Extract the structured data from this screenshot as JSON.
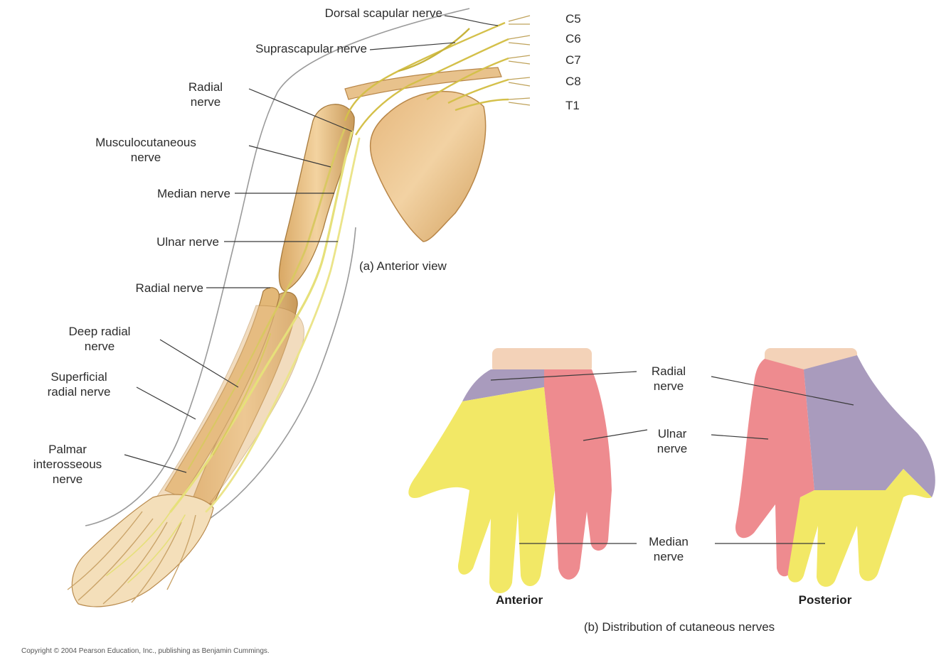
{
  "arm": {
    "labels": [
      {
        "id": "dorsal-scapular",
        "text": "Dorsal scapular nerve"
      },
      {
        "id": "suprascapular",
        "text": "Suprascapular nerve"
      },
      {
        "id": "radial-upper",
        "text": "Radial\nnerve"
      },
      {
        "id": "musculocutaneous",
        "text": "Musculocutaneous\nnerve"
      },
      {
        "id": "median",
        "text": "Median nerve"
      },
      {
        "id": "ulnar",
        "text": "Ulnar nerve"
      },
      {
        "id": "radial-lower",
        "text": "Radial nerve"
      },
      {
        "id": "deep-radial",
        "text": "Deep radial\nnerve"
      },
      {
        "id": "superficial-radial",
        "text": "Superficial\nradial nerve"
      },
      {
        "id": "palmar-interosseous",
        "text": "Palmar\ninterosseous\nnerve"
      }
    ],
    "roots": [
      "C5",
      "C6",
      "C7",
      "C8",
      "T1"
    ],
    "caption": "(a) Anterior view"
  },
  "hands": {
    "labels": [
      {
        "id": "radial",
        "text": "Radial\nnerve"
      },
      {
        "id": "ulnar",
        "text": "Ulnar\nnerve"
      },
      {
        "id": "median",
        "text": "Median\nnerve"
      }
    ],
    "anterior": "Anterior",
    "posterior": "Posterior",
    "caption": "(b) Distribution of cutaneous nerves",
    "colors": {
      "radial": "#a99bbd",
      "ulnar": "#ee8b8f",
      "median": "#f2e866",
      "wrist": "#f3d2b8"
    }
  },
  "copyright": "Copyright © 2004 Pearson Education, Inc., publishing as Benjamin Cummings."
}
